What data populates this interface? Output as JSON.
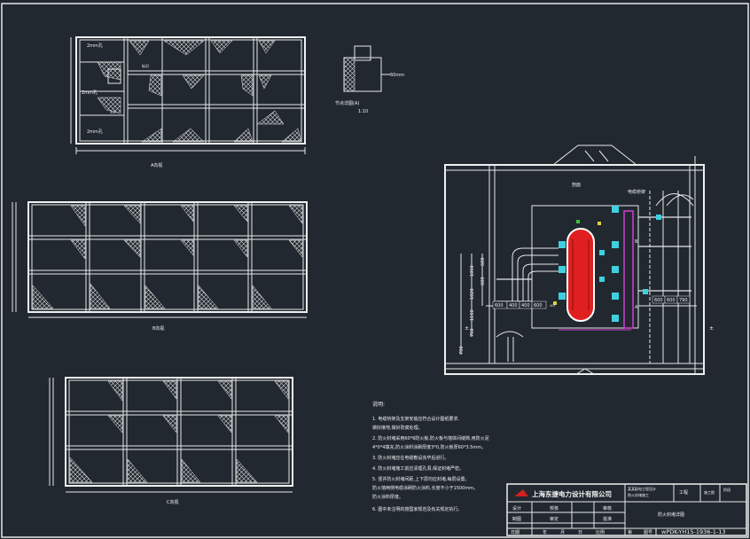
{
  "colors": {
    "background": "#212830",
    "line": "#e8e8e8",
    "cyan": "#3fd0e0",
    "red": "#e02020",
    "magenta": "#d040d0",
    "green": "#40c040",
    "yellow": "#e0d040",
    "logo_red": "#d02020"
  },
  "views": {
    "plan_a_label": "A向视",
    "plan_b_label": "B向视",
    "plan_c_label": "C向视"
  },
  "labels": {
    "gap_top": "2mm孔",
    "gap_mid": "2mm孔",
    "gap_bottom": "2mm孔",
    "sign_label": "标识",
    "level_label": "±0",
    "detail_label": "封堵",
    "detail_dim": "60mm",
    "detail_caption_1": "节点详图(A)",
    "detail_caption_2": "1:10",
    "section_title": "剖面",
    "top_right_label": "电缆桥架",
    "dim_vert_1": "1050",
    "dim_vert_2": "600",
    "dim_vert_3": "1020",
    "dim_vert_4": "600",
    "dim_vert_5": "1150",
    "dim_vert_6": "790",
    "dim_vert_7": "750",
    "dim_h_1": "600",
    "dim_h_2": "400",
    "dim_h_3": "400",
    "dim_h_4": "600",
    "dim_h_5": "600",
    "dim_h_6": "600",
    "dim_h_7": "790",
    "elev_1": "±",
    "elev_2": "±",
    "mark_a": "A",
    "mark_b": "B"
  },
  "notes": {
    "heading": "说明:",
    "items": [
      "1. 电缆桥架及支架安装应符合设计图纸要求,",
      "   做好接地,做好防腐处理。",
      "2. 防火封堵采用60*6防火板,防火板与墙体间缝隙,用防火泥",
      "   4*0*4填充,防火涂料涂刷厚度3*0,防火板厚60*3.5mm。",
      "3. 防火封堵应在电缆敷设完毕后进行。",
      "4. 防火封堵施工前应清理孔洞,保证封堵严密。",
      "5. 竖井防火封堵间距,上下层均应封堵,每层设置。",
      "   防火墙两侧电缆涂刷防火涂料,长度不小于1500mm。",
      "   防火涂料厚度。",
      "6. 图中未注明的按国家规范及有关规定执行。"
    ]
  },
  "title_block": {
    "company": "上海东捷电力设计有限公司",
    "project_line_1": "某某配电工程设计",
    "project_line_2": "防火封堵施工",
    "stage_label": "工程",
    "stage_value": "施工图",
    "stage_extra": "阶段",
    "row1_col1": "设计",
    "row1_col2": "校核",
    "row1_col3": "审核",
    "row2_col1": "制图",
    "row2_col2": "审定",
    "row2_col3": "批准",
    "row3_col1": "日期",
    "row3_col2": "年",
    "row3_col3": "月",
    "row3_col4": "日",
    "row3_col5": "比例",
    "drawing_title": "防火封堵详图",
    "number_label": "图号",
    "drawing_number": "wPDK-YH15-1936-1-13",
    "page_label": "第",
    "page_suffix": "号"
  }
}
